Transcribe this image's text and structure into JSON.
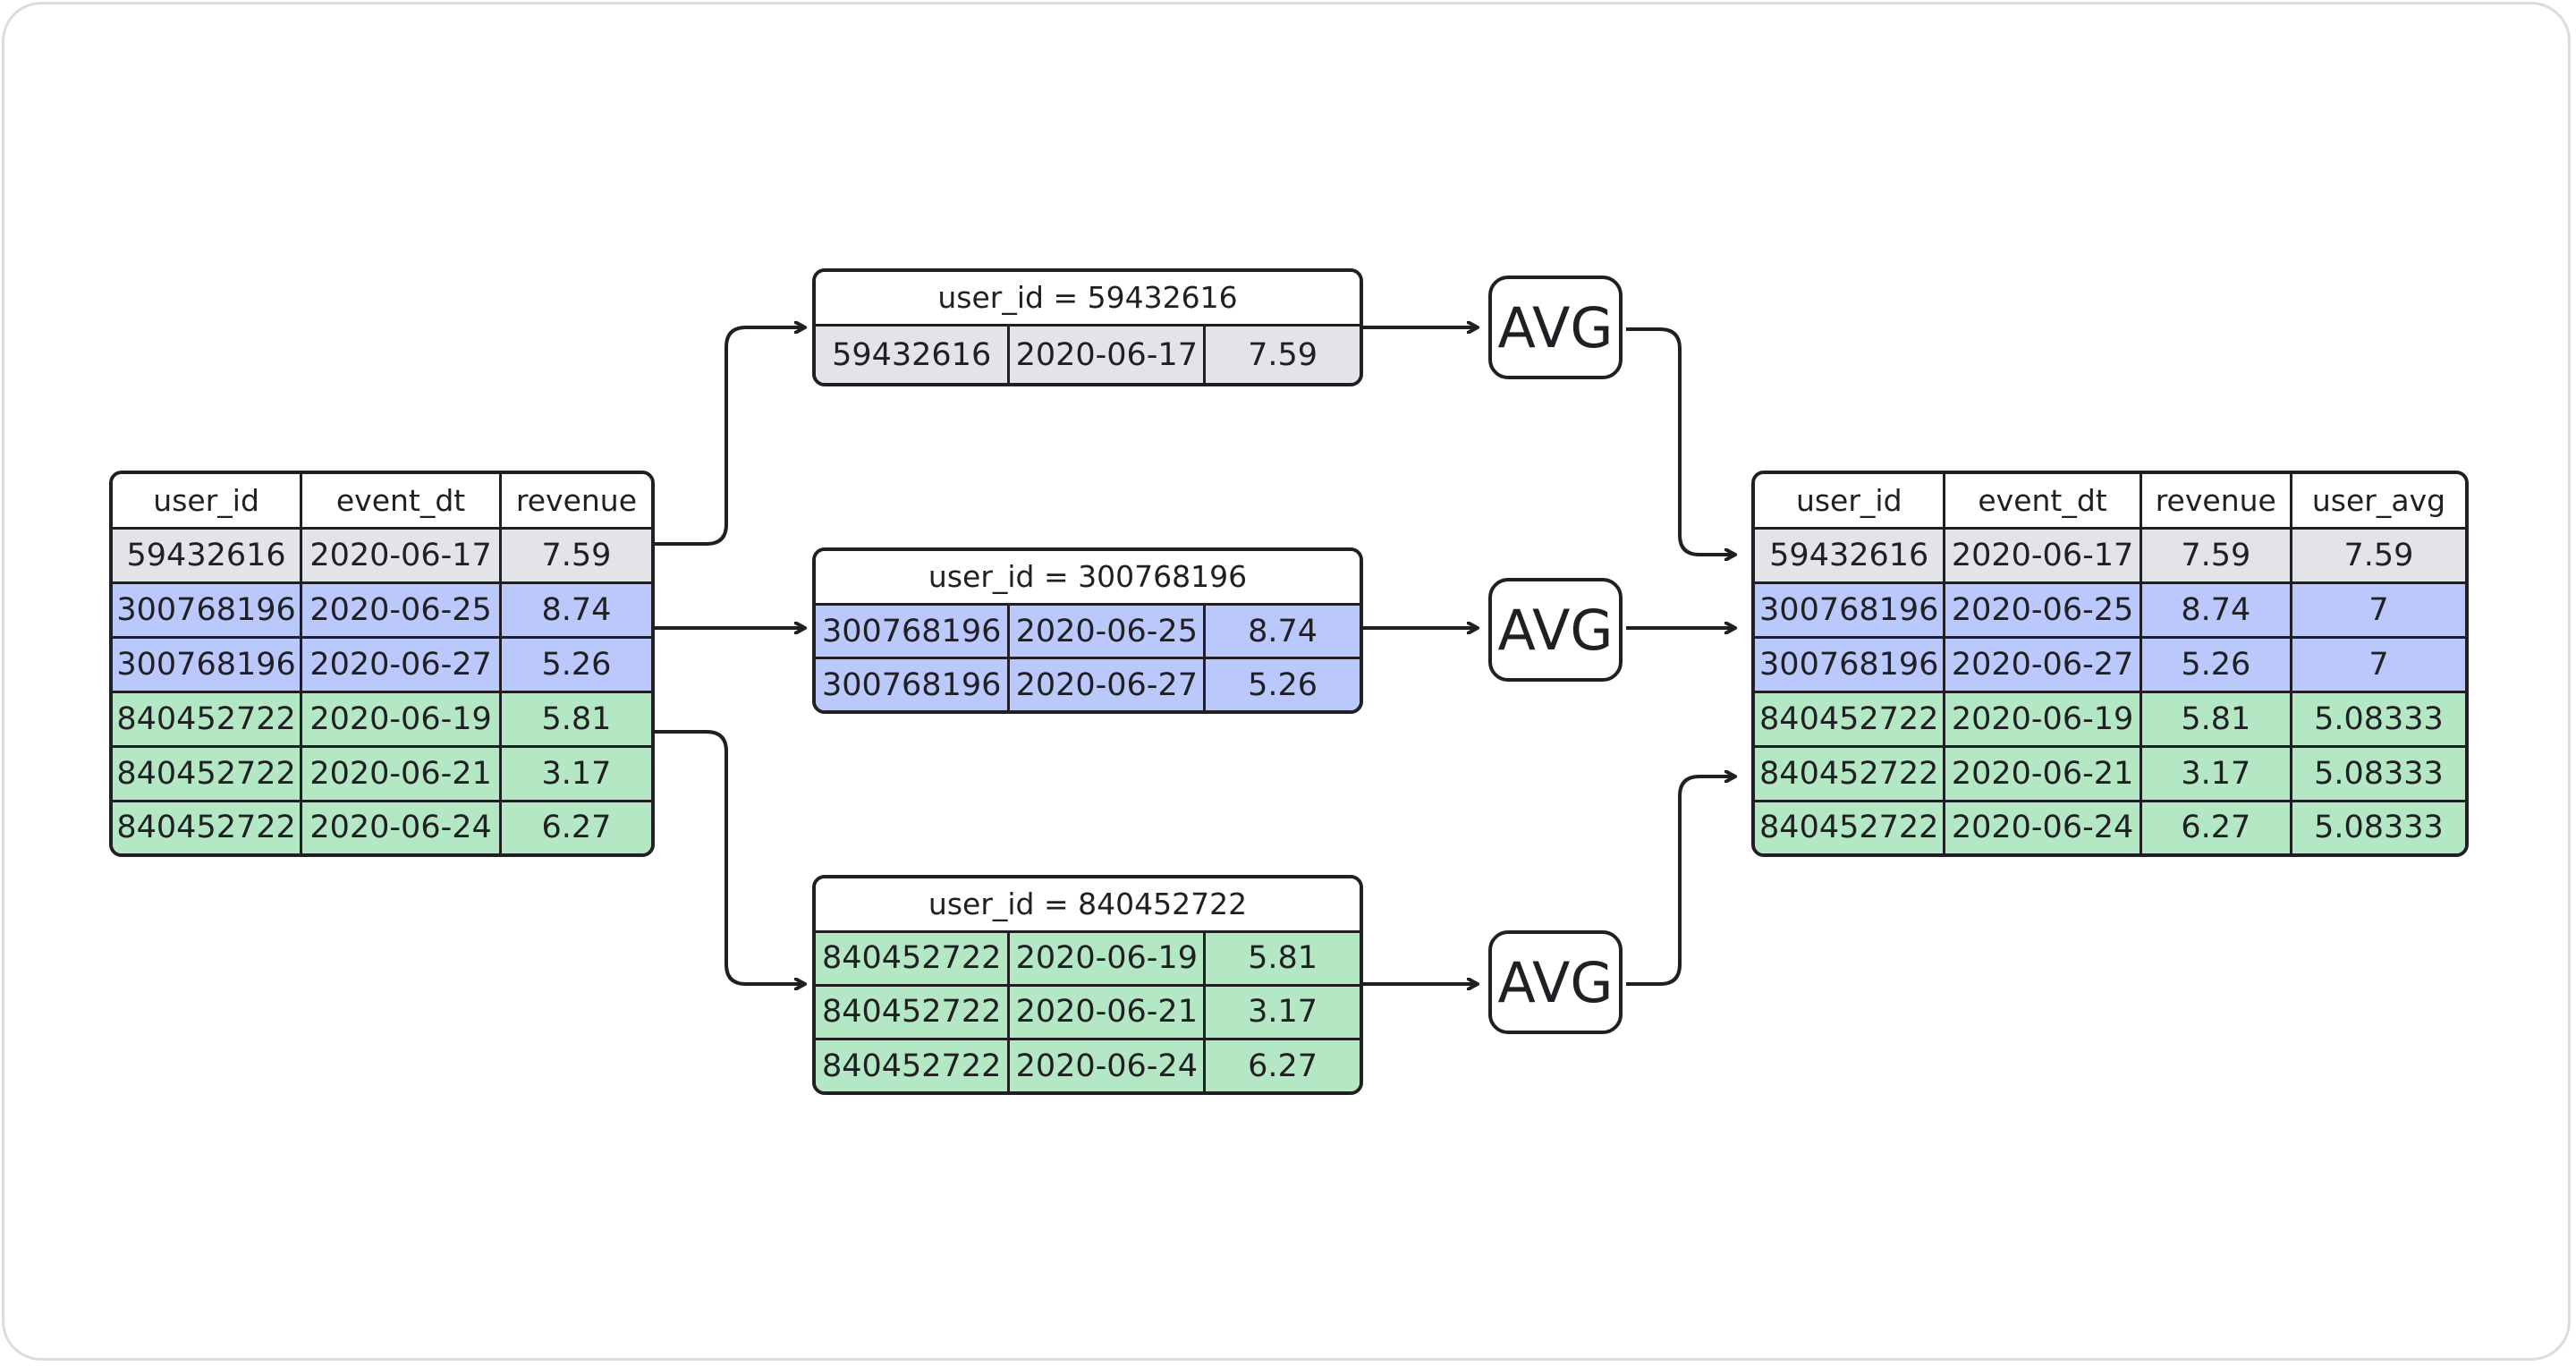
{
  "source_table": {
    "headers": [
      "user_id",
      "event_dt",
      "revenue"
    ],
    "rows": [
      [
        "59432616",
        "2020-06-17",
        "7.59"
      ],
      [
        "300768196",
        "2020-06-25",
        "8.74"
      ],
      [
        "300768196",
        "2020-06-27",
        "5.26"
      ],
      [
        "840452722",
        "2020-06-19",
        "5.81"
      ],
      [
        "840452722",
        "2020-06-21",
        "3.17"
      ],
      [
        "840452722",
        "2020-06-24",
        "6.27"
      ]
    ]
  },
  "groups": [
    {
      "caption": "user_id = 59432616",
      "rows": [
        [
          "59432616",
          "2020-06-17",
          "7.59"
        ]
      ]
    },
    {
      "caption": "user_id = 300768196",
      "rows": [
        [
          "300768196",
          "2020-06-25",
          "8.74"
        ],
        [
          "300768196",
          "2020-06-27",
          "5.26"
        ]
      ]
    },
    {
      "caption": "user_id = 840452722",
      "rows": [
        [
          "840452722",
          "2020-06-19",
          "5.81"
        ],
        [
          "840452722",
          "2020-06-21",
          "3.17"
        ],
        [
          "840452722",
          "2020-06-24",
          "6.27"
        ]
      ]
    }
  ],
  "avg_boxes": [
    {
      "label": "AVG"
    },
    {
      "label": "AVG"
    },
    {
      "label": "AVG"
    }
  ],
  "result_table": {
    "headers": [
      "user_id",
      "event_dt",
      "revenue",
      "user_avg"
    ],
    "rows": [
      [
        "59432616",
        "2020-06-17",
        "7.59",
        "7.59"
      ],
      [
        "300768196",
        "2020-06-25",
        "8.74",
        "7"
      ],
      [
        "300768196",
        "2020-06-27",
        "5.26",
        "7"
      ],
      [
        "840452722",
        "2020-06-19",
        "5.81",
        "5.08333"
      ],
      [
        "840452722",
        "2020-06-21",
        "3.17",
        "5.08333"
      ],
      [
        "840452722",
        "2020-06-24",
        "6.27",
        "5.08333"
      ]
    ]
  },
  "colors": {
    "group_1": "#e3e3ea",
    "group_2": "#bbc8fb",
    "group_3": "#b4e8c5",
    "stroke": "#1f1f24"
  }
}
